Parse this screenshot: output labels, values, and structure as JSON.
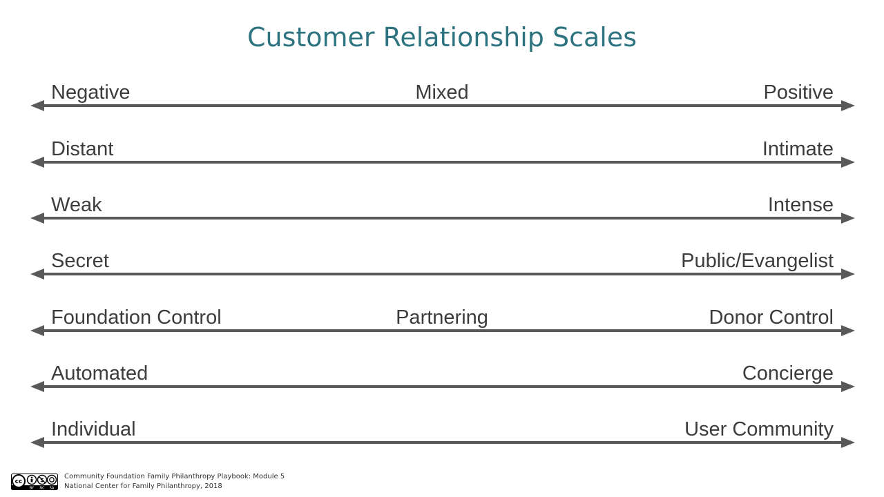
{
  "title": "Customer Relationship Scales",
  "scales": [
    {
      "left": "Negative",
      "middle": "Mixed",
      "right": "Positive"
    },
    {
      "left": "Distant",
      "middle": "",
      "right": "Intimate"
    },
    {
      "left": "Weak",
      "middle": "",
      "right": "Intense"
    },
    {
      "left": "Secret",
      "middle": "",
      "right": "Public/Evangelist"
    },
    {
      "left": "Foundation Control",
      "middle": "Partnering",
      "right": "Donor Control"
    },
    {
      "left": "Automated",
      "middle": "",
      "right": "Concierge"
    },
    {
      "left": "Individual",
      "middle": "",
      "right": "User Community"
    }
  ],
  "footer": {
    "line1": "Community Foundation Family Philanthropy Playbook:  Module 5",
    "line2": "National Center for Family Philanthropy, 2018",
    "license_badge_text": [
      "cc",
      "BY",
      "NC",
      "SA"
    ]
  },
  "colors": {
    "title": "#2e7480",
    "arrow": "#595959",
    "label": "#3c3c3c"
  }
}
